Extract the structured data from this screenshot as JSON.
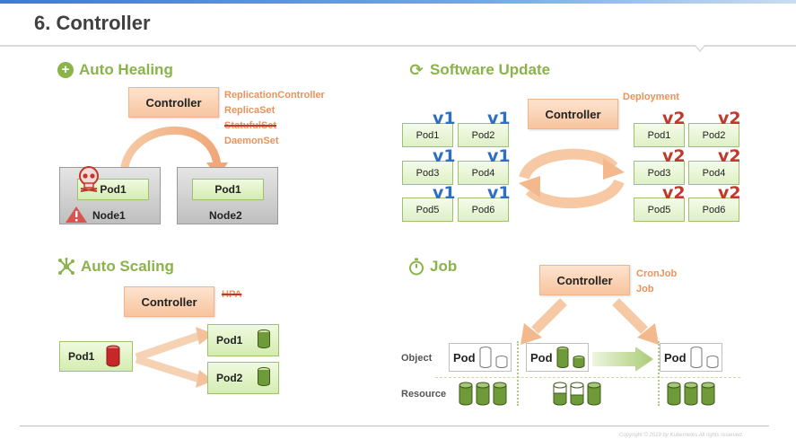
{
  "page": {
    "title": "6. Controller",
    "copyright": "Copyright © 2019 by Kubernetes All rights reserved."
  },
  "auto_healing": {
    "title": "Auto Healing",
    "controller": "Controller",
    "controller_types": [
      "ReplicationController",
      "ReplicaSet",
      "StatufulSet",
      "DaemonSet"
    ],
    "nodes": [
      {
        "pod": "Pod1",
        "label": "Node1"
      },
      {
        "pod": "Pod1",
        "label": "Node2"
      }
    ]
  },
  "software_update": {
    "title": "Software Update",
    "controller": "Controller",
    "controller_type": "Deployment",
    "old_pods": [
      "Pod1",
      "Pod2",
      "Pod3",
      "Pod4",
      "Pod5",
      "Pod6"
    ],
    "new_pods": [
      "Pod1",
      "Pod2",
      "Pod3",
      "Pod4",
      "Pod5",
      "Pod6"
    ],
    "old_version": "v1",
    "new_version": "v2"
  },
  "auto_scaling": {
    "title": "Auto Scaling",
    "controller": "Controller",
    "controller_type": "HPA",
    "source_pod": "Pod1",
    "scaled_pods": [
      "Pod1",
      "Pod2"
    ]
  },
  "job": {
    "title": "Job",
    "controller": "Controller",
    "controller_types": [
      "CronJob",
      "Job"
    ],
    "row_labels": {
      "object": "Object",
      "resource": "Resource"
    },
    "pods": [
      "Pod",
      "Pod",
      "Pod"
    ]
  },
  "colors": {
    "green": "#8ab34a",
    "orange": "#e8935b",
    "blue": "#2e6fc2",
    "red": "#c0392b"
  }
}
